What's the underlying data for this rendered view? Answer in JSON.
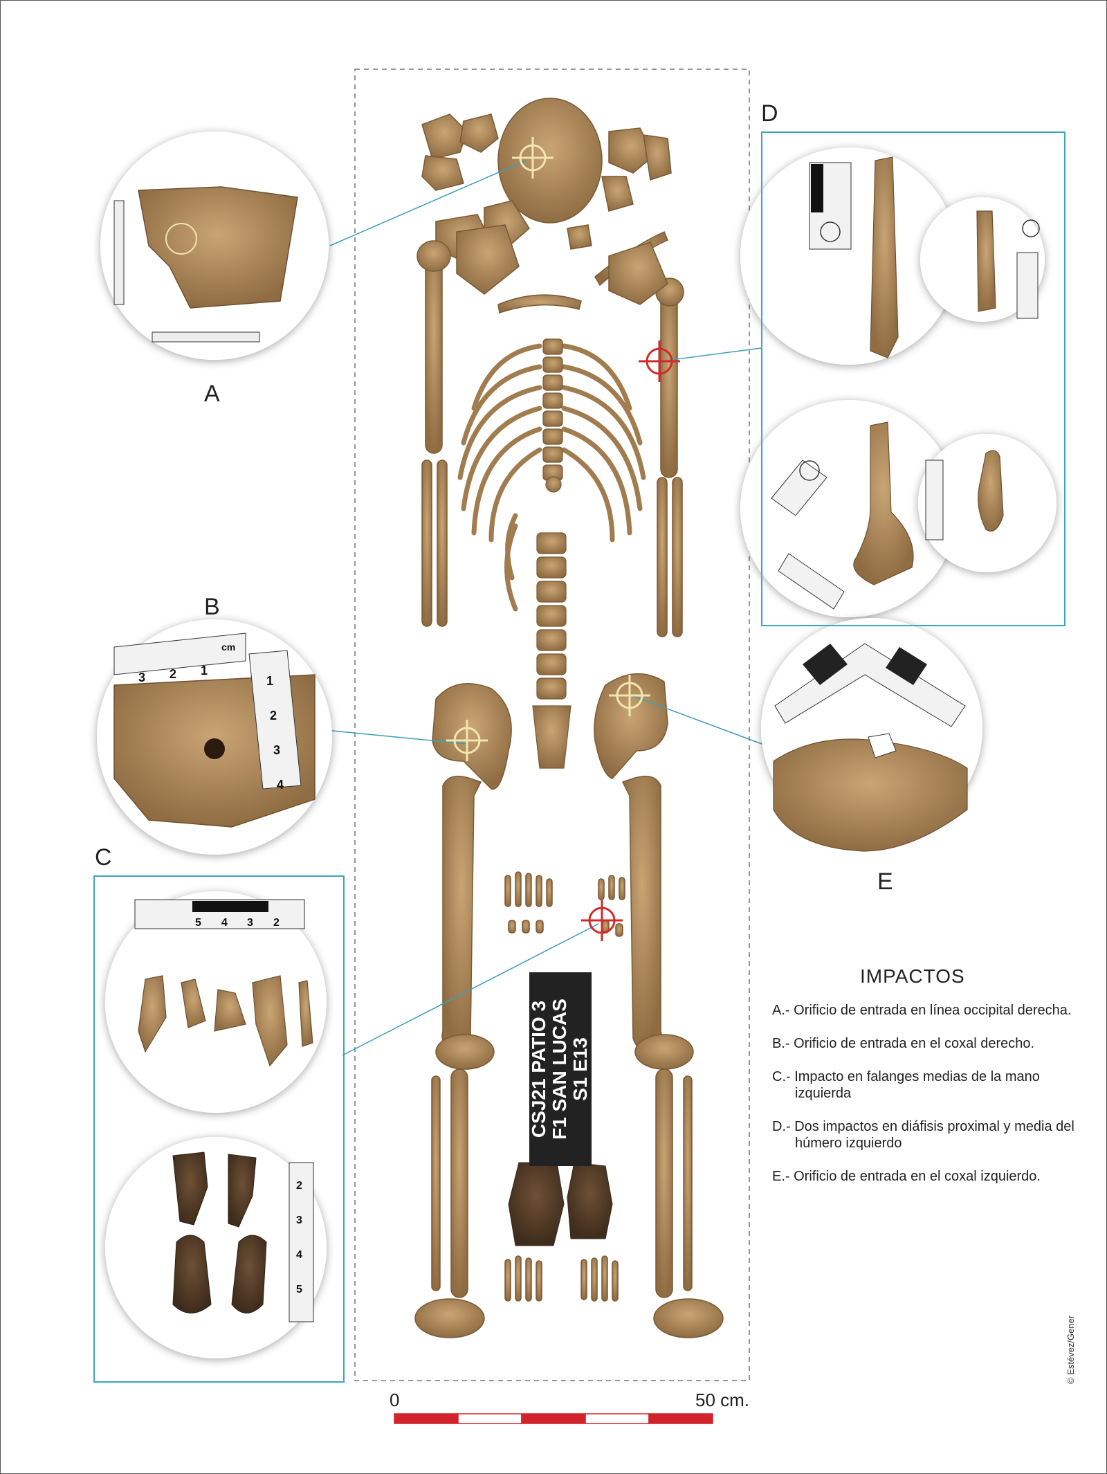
{
  "panels": {
    "a": "A",
    "b": "B",
    "c": "C",
    "d": "D",
    "e": "E"
  },
  "specimen_tag": {
    "line1": "CSJ21   PATIO 3",
    "line2": "F1   SAN LUCAS",
    "line3": "S1         E13"
  },
  "scale_bar": {
    "start_label": "0",
    "end_label": "50 cm.",
    "segments": 5,
    "colors": [
      "#d2232a",
      "#ffffff"
    ]
  },
  "ruler_marks": {
    "b_top": [
      "3",
      "2",
      "1",
      "cm"
    ],
    "b_side": [
      "1",
      "2",
      "3",
      "4"
    ],
    "c_top": [
      "5",
      "4",
      "3",
      "2"
    ],
    "c_side": [
      "2",
      "3",
      "4",
      "5"
    ]
  },
  "legend": {
    "title": "IMPACTOS",
    "items": [
      "A.- Orificio de entrada en línea occipital derecha.",
      "B.- Orificio de entrada en el coxal derecho.",
      "C.- Impacto en falanges medias de la mano izquierda",
      "D.- Dos impactos en diáfisis proximal y media del húmero izquierdo",
      "E.- Orificio de entrada en el coxal izquierdo."
    ]
  },
  "credit": "© Estévez/Gener",
  "colors": {
    "bone": "#b08a5a",
    "bone_dark": "#8a6a40",
    "connector": "#3a9fb8",
    "target_light": "#f2e6b0",
    "target_red": "#d22a2a"
  }
}
